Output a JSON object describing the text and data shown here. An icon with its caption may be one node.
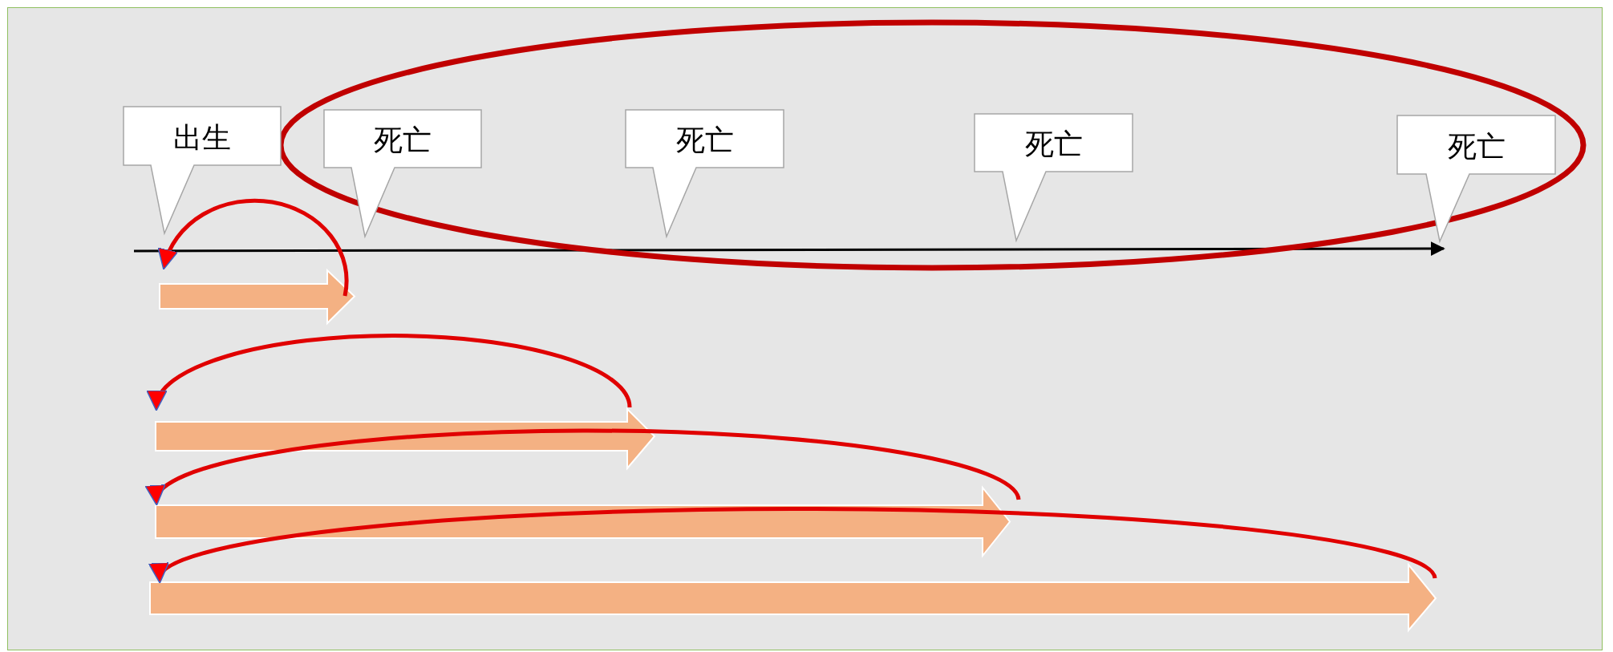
{
  "diagram": {
    "nodes": [
      {
        "text": [
          "出生"
        ]
      },
      {
        "text": [
          "死亡"
        ]
      },
      {
        "text": [
          "死亡"
        ]
      },
      {
        "text": [
          "死亡"
        ]
      },
      {
        "text": [
          "死亡"
        ]
      }
    ]
  }
}
